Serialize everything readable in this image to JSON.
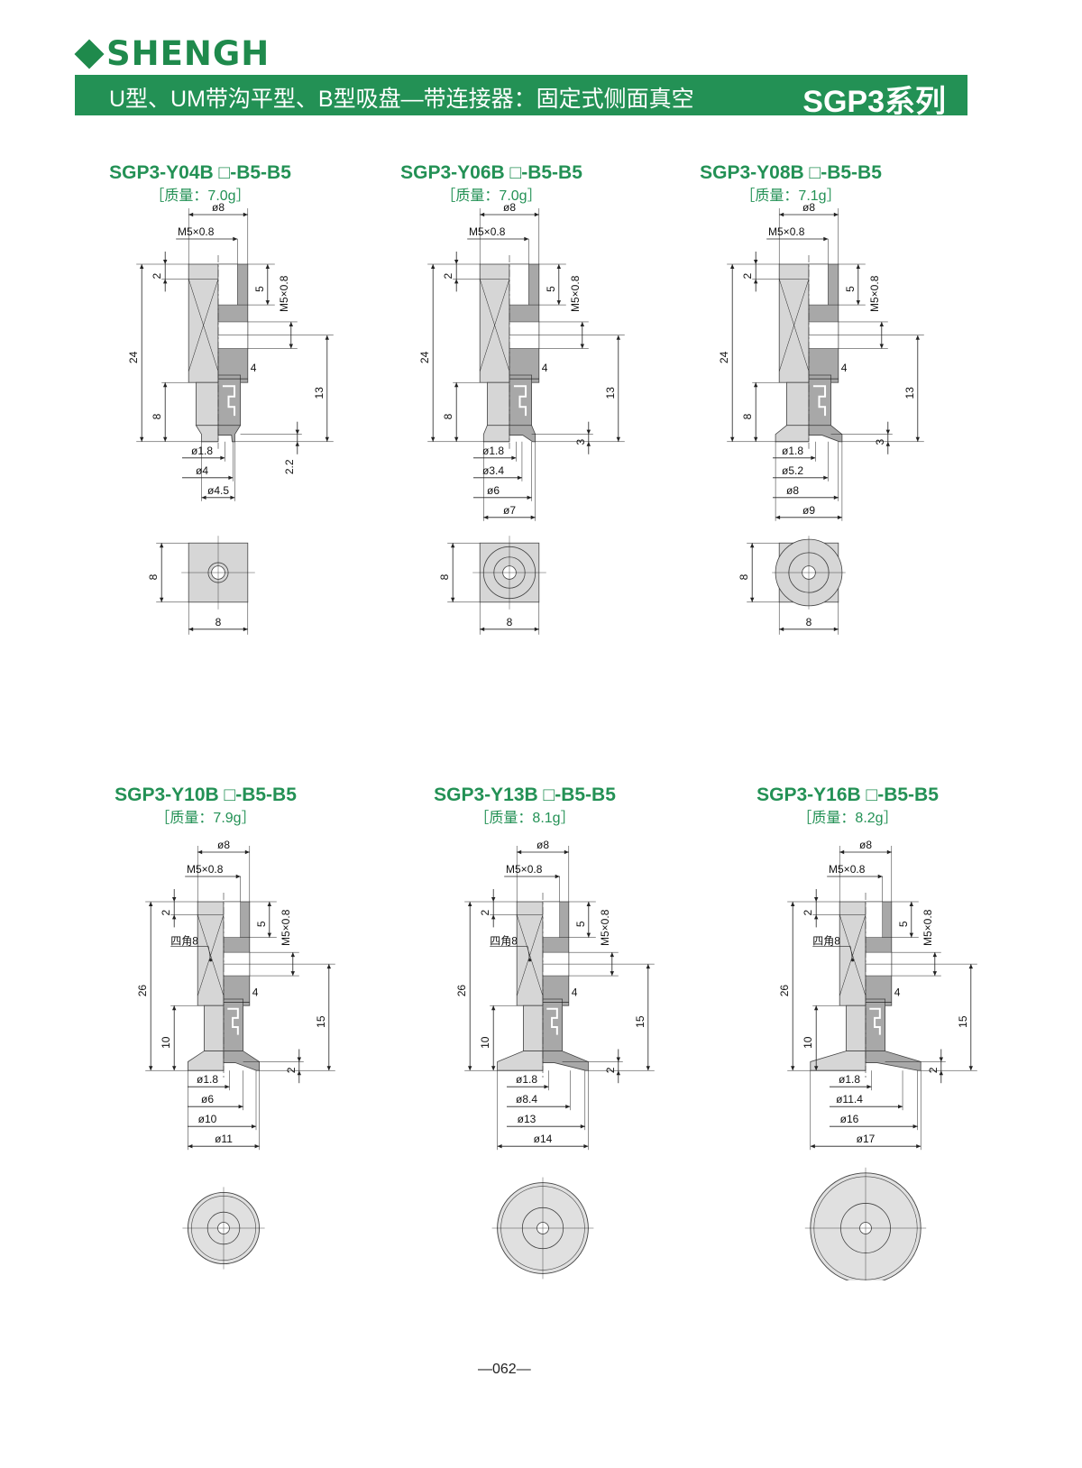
{
  "header": {
    "brand": "SHENGH",
    "title": "U型、UM带沟平型、B型吸盘—带连接器：固定式侧面真空",
    "series": "SGP3系列"
  },
  "colors": {
    "brand_green": "#239155",
    "body_light": "#d6d6d6",
    "body_dark": "#a8a8a8"
  },
  "parts": [
    {
      "model": "SGP3-Y04B □-B5-B5",
      "mass": "［质量：7.0g］",
      "dims": {
        "d8": "ø8",
        "thread_top": "M5×0.8",
        "top2": "2",
        "depth5": "5",
        "thread_side": "M5×0.8",
        "total": "24",
        "lower": "8",
        "port": "4",
        "side_h": "13",
        "cup_h": "2.2",
        "square": "",
        "diameters": [
          "ø1.8",
          "ø4",
          "ø4.5"
        ],
        "view_h": "8",
        "view_w": "8"
      }
    },
    {
      "model": "SGP3-Y06B □-B5-B5",
      "mass": "［质量：7.0g］",
      "dims": {
        "d8": "ø8",
        "thread_top": "M5×0.8",
        "top2": "2",
        "depth5": "5",
        "thread_side": "M5×0.8",
        "total": "24",
        "lower": "8",
        "port": "4",
        "side_h": "13",
        "cup_h": "3",
        "square": "",
        "diameters": [
          "ø1.8",
          "ø3.4",
          "ø6",
          "ø7"
        ],
        "view_h": "8",
        "view_w": "8"
      }
    },
    {
      "model": "SGP3-Y08B □-B5-B5",
      "mass": "［质量：7.1g］",
      "dims": {
        "d8": "ø8",
        "thread_top": "M5×0.8",
        "top2": "2",
        "depth5": "5",
        "thread_side": "M5×0.8",
        "total": "24",
        "lower": "8",
        "port": "4",
        "side_h": "13",
        "cup_h": "3",
        "square": "",
        "diameters": [
          "ø1.8",
          "ø5.2",
          "ø8",
          "ø9"
        ],
        "view_h": "8",
        "view_w": "8"
      }
    },
    {
      "model": "SGP3-Y10B □-B5-B5",
      "mass": "［质量：7.9g］",
      "dims": {
        "d8": "ø8",
        "thread_top": "M5×0.8",
        "top2": "2",
        "depth5": "5",
        "thread_side": "M5×0.8",
        "total": "26",
        "lower": "10",
        "port": "4",
        "side_h": "15",
        "cup_h": "2",
        "square": "四角8",
        "diameters": [
          "ø1.8",
          "ø6",
          "ø10",
          "ø11"
        ]
      }
    },
    {
      "model": "SGP3-Y13B □-B5-B5",
      "mass": "［质量：8.1g］",
      "dims": {
        "d8": "ø8",
        "thread_top": "M5×0.8",
        "top2": "2",
        "depth5": "5",
        "thread_side": "M5×0.8",
        "total": "26",
        "lower": "10",
        "port": "4",
        "side_h": "15",
        "cup_h": "2",
        "square": "四角8",
        "diameters": [
          "ø1.8",
          "ø8.4",
          "ø13",
          "ø14"
        ]
      }
    },
    {
      "model": "SGP3-Y16B □-B5-B5",
      "mass": "［质量：8.2g］",
      "dims": {
        "d8": "ø8",
        "thread_top": "M5×0.8",
        "top2": "2",
        "depth5": "5",
        "thread_side": "M5×0.8",
        "total": "26",
        "lower": "10",
        "port": "4",
        "side_h": "15",
        "cup_h": "2",
        "square": "四角8",
        "diameters": [
          "ø1.8",
          "ø11.4",
          "ø16",
          "ø17"
        ]
      }
    }
  ],
  "footer": {
    "page": "—062—"
  }
}
